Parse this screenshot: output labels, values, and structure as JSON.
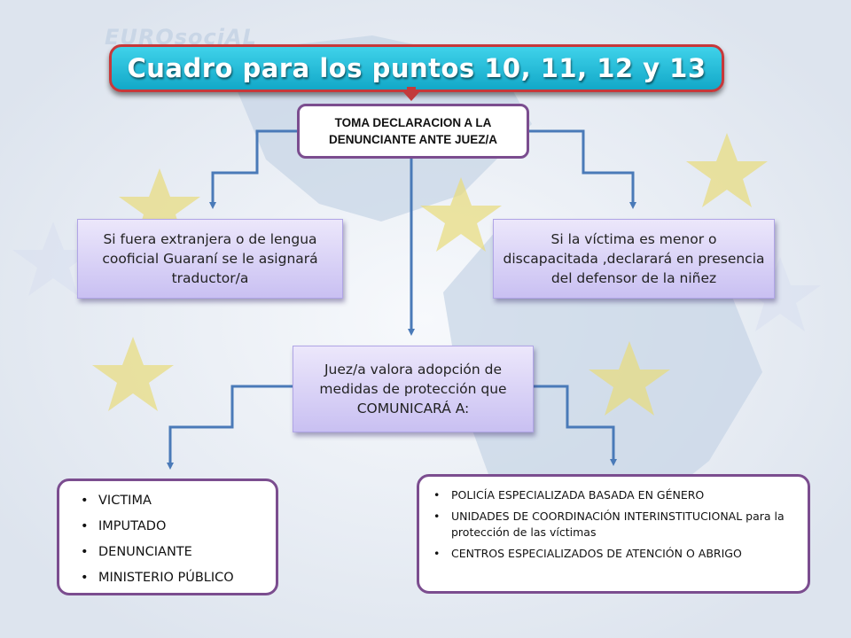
{
  "logo": {
    "text": "EUROsociAL"
  },
  "title": "Cuadro para los puntos 10, 11, 12 y 13",
  "root": {
    "text": "TOMA DECLARACION A LA DENUNCIANTE ANTE JUEZ/A"
  },
  "left_condition": {
    "text": "Si fuera extranjera o de lengua cooficial Guaraní se le asignará traductor/a"
  },
  "right_condition": {
    "text": "Si la víctima es menor o discapacitada ,declarará en presencia del defensor de la niñez"
  },
  "judge": {
    "text": "Juez/a valora adopción de medidas de protección que COMUNICARÁ A:"
  },
  "left_list": {
    "items": [
      "VICTIMA",
      "IMPUTADO",
      "DENUNCIANTE",
      "MINISTERIO PÚBLICO"
    ]
  },
  "right_list": {
    "items": [
      "POLICÍA ESPECIALIZADA BASADA EN GÉNERO",
      "UNIDADES DE COORDINACIÓN INTERINSTITUCIONAL para la protección de las víctimas",
      "CENTROS ESPECIALIZADOS DE ATENCIÓN O ABRIGO"
    ]
  },
  "colors": {
    "connector": "#4a7ab8",
    "box_border": "#7b4d8f",
    "title_fill": "#1fb8d6",
    "title_border": "#c7383a"
  }
}
